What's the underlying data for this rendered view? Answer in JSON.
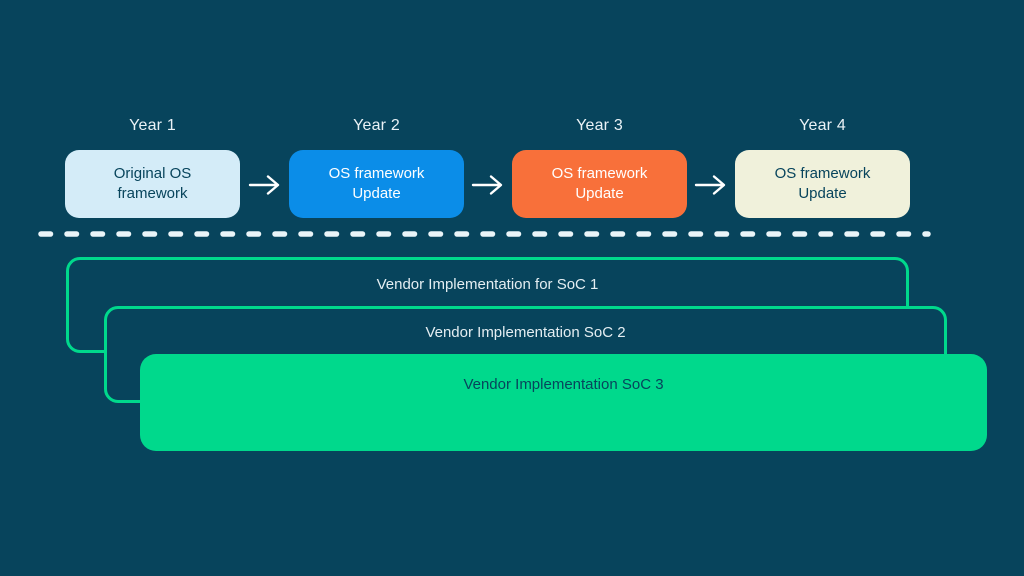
{
  "canvas": {
    "background_color": "#07445C",
    "accent_green": "#00D98C",
    "divider_color": "#E9F4F8"
  },
  "timeline": {
    "items": [
      {
        "year": "Year 1",
        "box_text": "Original OS framework",
        "box_color": "#D4ECF8",
        "text_color": "#07445C"
      },
      {
        "year": "Year 2",
        "box_text": "OS framework Update",
        "box_color": "#0B8DE8",
        "text_color": "#FFFFFF"
      },
      {
        "year": "Year 3",
        "box_text": "OS framework Update",
        "box_color": "#F8703A",
        "text_color": "#FFFFFF"
      },
      {
        "year": "Year 4",
        "box_text": "OS framework Update",
        "box_color": "#F0F1DB",
        "text_color": "#07445C"
      }
    ],
    "arrow_glyph": "→"
  },
  "vendor_stack": {
    "items": [
      {
        "label": "Vendor Implementation for SoC 1",
        "style": "outlined"
      },
      {
        "label": "Vendor Implementation SoC 2",
        "style": "outlined"
      },
      {
        "label": "Vendor Implementation SoC 3",
        "style": "filled"
      }
    ]
  }
}
